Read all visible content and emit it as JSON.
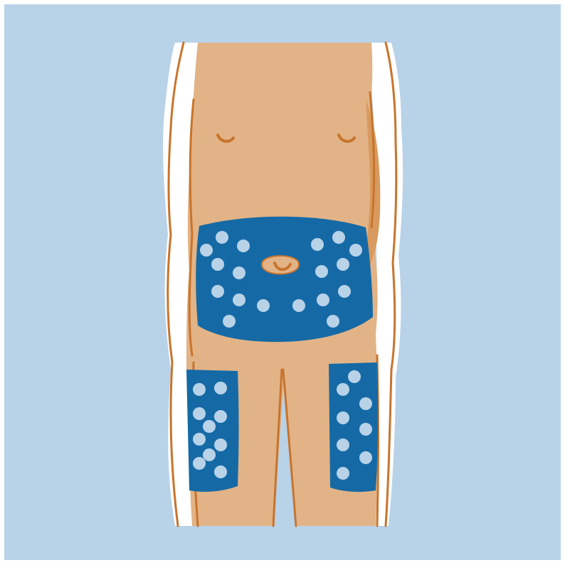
{
  "figure": {
    "subject": "injection sites",
    "colors": {
      "frame": "#ffffff",
      "background": "#b8d2e8",
      "skin": "#e2b386",
      "skin_shadow": "#d89a5e",
      "outline": "#c8742c",
      "highlight": "#ffffff",
      "site_zone": "#156aa6",
      "site_dot": "#b8d2e8"
    },
    "zones": [
      {
        "name": "abdomen",
        "dot_count": 18
      },
      {
        "name": "left-thigh",
        "dot_count": 10
      },
      {
        "name": "right-thigh",
        "dot_count": 8
      }
    ]
  }
}
